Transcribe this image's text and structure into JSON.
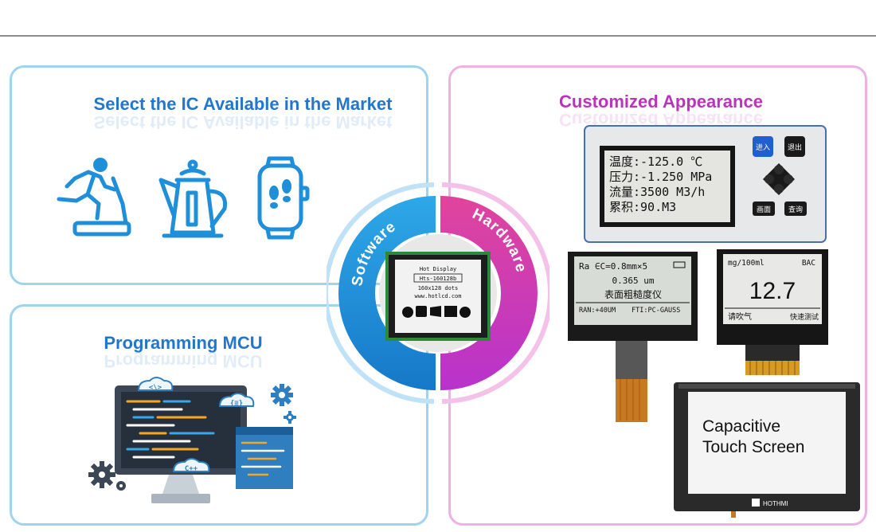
{
  "left_top": {
    "title": "Select the IC Available in the Market"
  },
  "left_bottom": {
    "title": "Programming MCU"
  },
  "right": {
    "title": "Customized Appearance"
  },
  "center": {
    "arc_left_label": "Software",
    "arc_right_label": "Hardware",
    "module": {
      "line1": "Hot Display",
      "line2": "Hts-160128b",
      "line3": "160x128 dots",
      "line4": "www.hotlcd.com"
    }
  },
  "meter": {
    "row1": "温度:-125.0 ℃",
    "row2": "压力:-1.250 MPa",
    "row3": "流量:3500 M3/h",
    "row4": "累积:90.M3",
    "btn_enter": "进入",
    "btn_exit": "退出",
    "btn_screen": "画面",
    "btn_query": "查询"
  },
  "cog1": {
    "head": "Ra ∈C=0.8mm×5",
    "value": "0.365 um",
    "title": "表面粗糙度仪",
    "foot_left": "RAN:+40UM",
    "foot_right": "FTI:PC-GAUSS"
  },
  "cog2": {
    "unit": "mg/100ml",
    "tag": "BAC",
    "value": "12.7",
    "left_text": "请吹气",
    "right_text": "快速测试"
  },
  "touch": {
    "line1": "Capacitive",
    "line2": "Touch Screen",
    "brand": "HOTHMI"
  },
  "code": {
    "badge1": "<\\>",
    "badge2": "{≡}",
    "badge3": "C++"
  },
  "colors": {
    "blue": "#2277cc",
    "magenta": "#bb33bb",
    "blue_border": "#9fd3ee",
    "pink_border": "#eeb1e2"
  }
}
